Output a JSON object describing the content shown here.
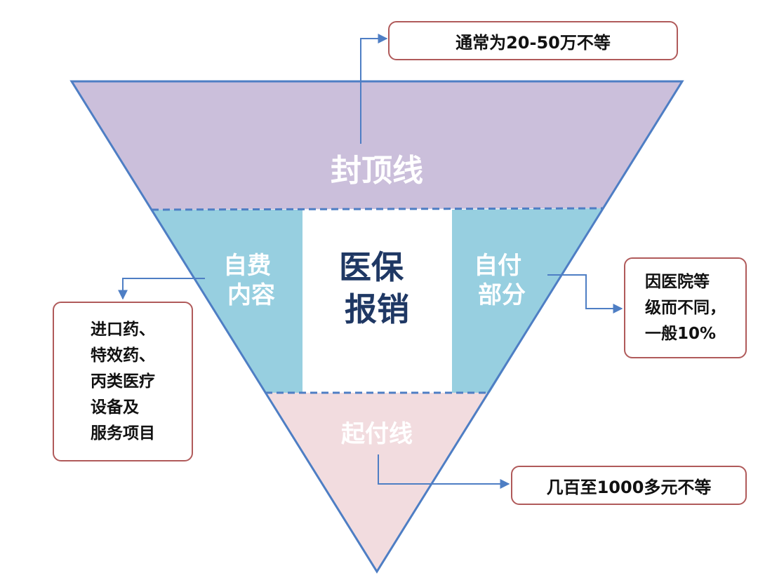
{
  "diagram": {
    "zones": {
      "top": {
        "label": "封顶线",
        "color": "#cbbfdb"
      },
      "middle_left": {
        "label": "自费\n内容",
        "color": "#97cfe0"
      },
      "middle_center": {
        "label": "医保\n报销",
        "color": "#ffffff",
        "text_color": "#1f3864"
      },
      "middle_right": {
        "label": "自付\n部分",
        "color": "#97cfe0"
      },
      "bottom": {
        "label": "起付线",
        "color": "#f2dcdf"
      }
    },
    "outline_color": "#4e7ec4",
    "callout_border_color": "#b05a5a",
    "callouts": {
      "top": "通常为20-50万不等",
      "right": "因医院等\n级而不同，\n一般10%",
      "left": "进口药、\n特效药、\n丙类医疗\n设备及\n服务项目",
      "bottom": "几百至1000多元不等"
    }
  }
}
